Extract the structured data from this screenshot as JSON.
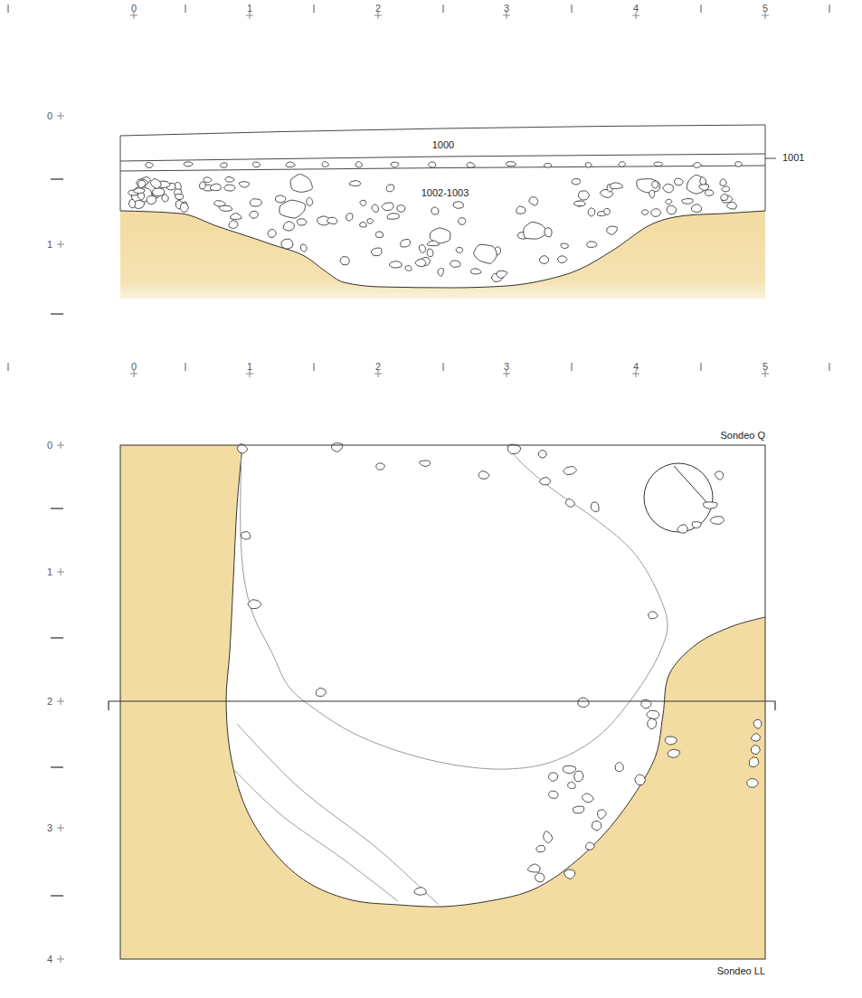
{
  "diagram": {
    "labels": [
      "0",
      "1",
      "2",
      "3",
      "4",
      "5",
      "0",
      "1",
      "1000",
      "1001",
      "1002-1003",
      "0",
      "1",
      "2",
      "3",
      "4",
      "5",
      "0",
      "1",
      "2",
      "3",
      "4",
      "Sondeo Q",
      "Sondeo LL"
    ]
  }
}
